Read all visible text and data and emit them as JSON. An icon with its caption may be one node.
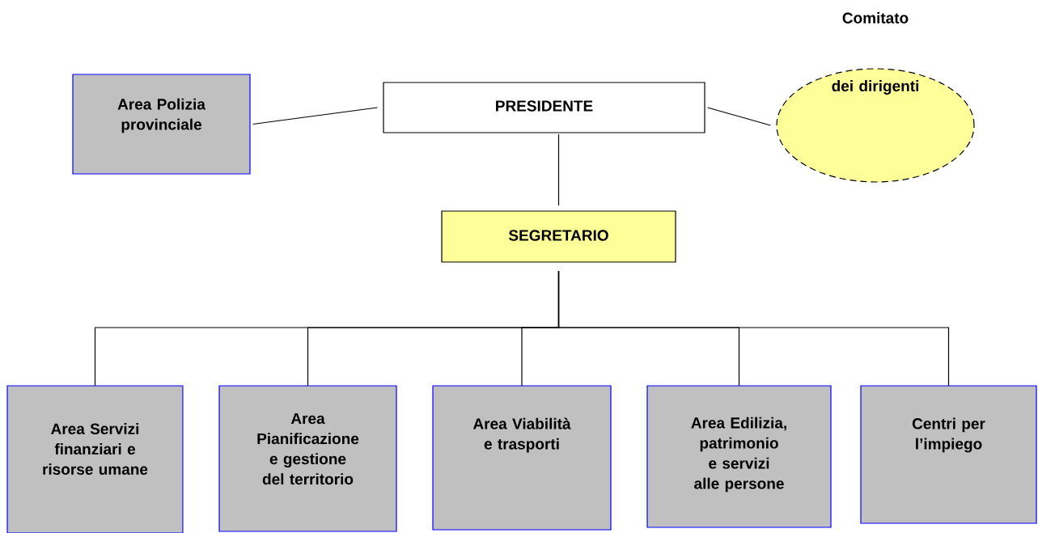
{
  "diagram": {
    "nodes": [
      {
        "text": [
          "Area Polizia provinciale"
        ]
      },
      {
        "text": [
          "PRESIDENTE"
        ]
      },
      {
        "text": [
          "Comitato",
          "dei dirigenti"
        ]
      },
      {
        "text": [
          "SEGRETARIO"
        ]
      },
      {
        "text": [
          "Area Servizi finanziari e risorse umane"
        ]
      },
      {
        "text": [
          "Area Pianificazione e gestione del territorio"
        ]
      },
      {
        "text": [
          "Area Viabilità e trasporti"
        ]
      },
      {
        "text": [
          "Area Edilizia, patrimonio e servizi alle persone"
        ]
      },
      {
        "text": [
          "Centri per l’impiego"
        ]
      }
    ],
    "edges": [
      {
        "from": 0,
        "to": 1,
        "arrow": "none"
      },
      {
        "from": 1,
        "to": 2,
        "arrow": "none"
      },
      {
        "from": 1,
        "to": 3,
        "arrow": "none"
      },
      {
        "from": 3,
        "to": 4,
        "arrow": "none"
      },
      {
        "from": 3,
        "to": 5,
        "arrow": "none"
      },
      {
        "from": 3,
        "to": 6,
        "arrow": "none"
      },
      {
        "from": 3,
        "to": 7,
        "arrow": "none"
      },
      {
        "from": 3,
        "to": 8,
        "arrow": "none"
      }
    ]
  }
}
